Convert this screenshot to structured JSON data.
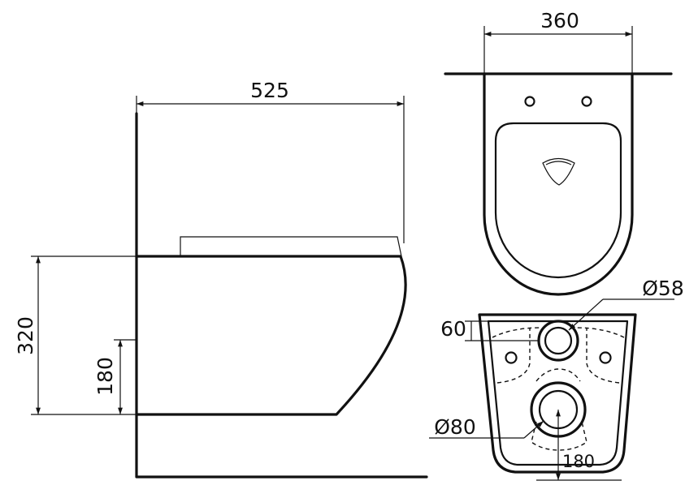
{
  "dimensions": {
    "side_depth": "525",
    "side_height": "320",
    "side_inlet_height": "180",
    "top_width": "360",
    "outlet_offset": "60",
    "outlet_diameter": "Ø58",
    "inlet_diameter": "Ø80",
    "rear_inlet_height": "180"
  }
}
